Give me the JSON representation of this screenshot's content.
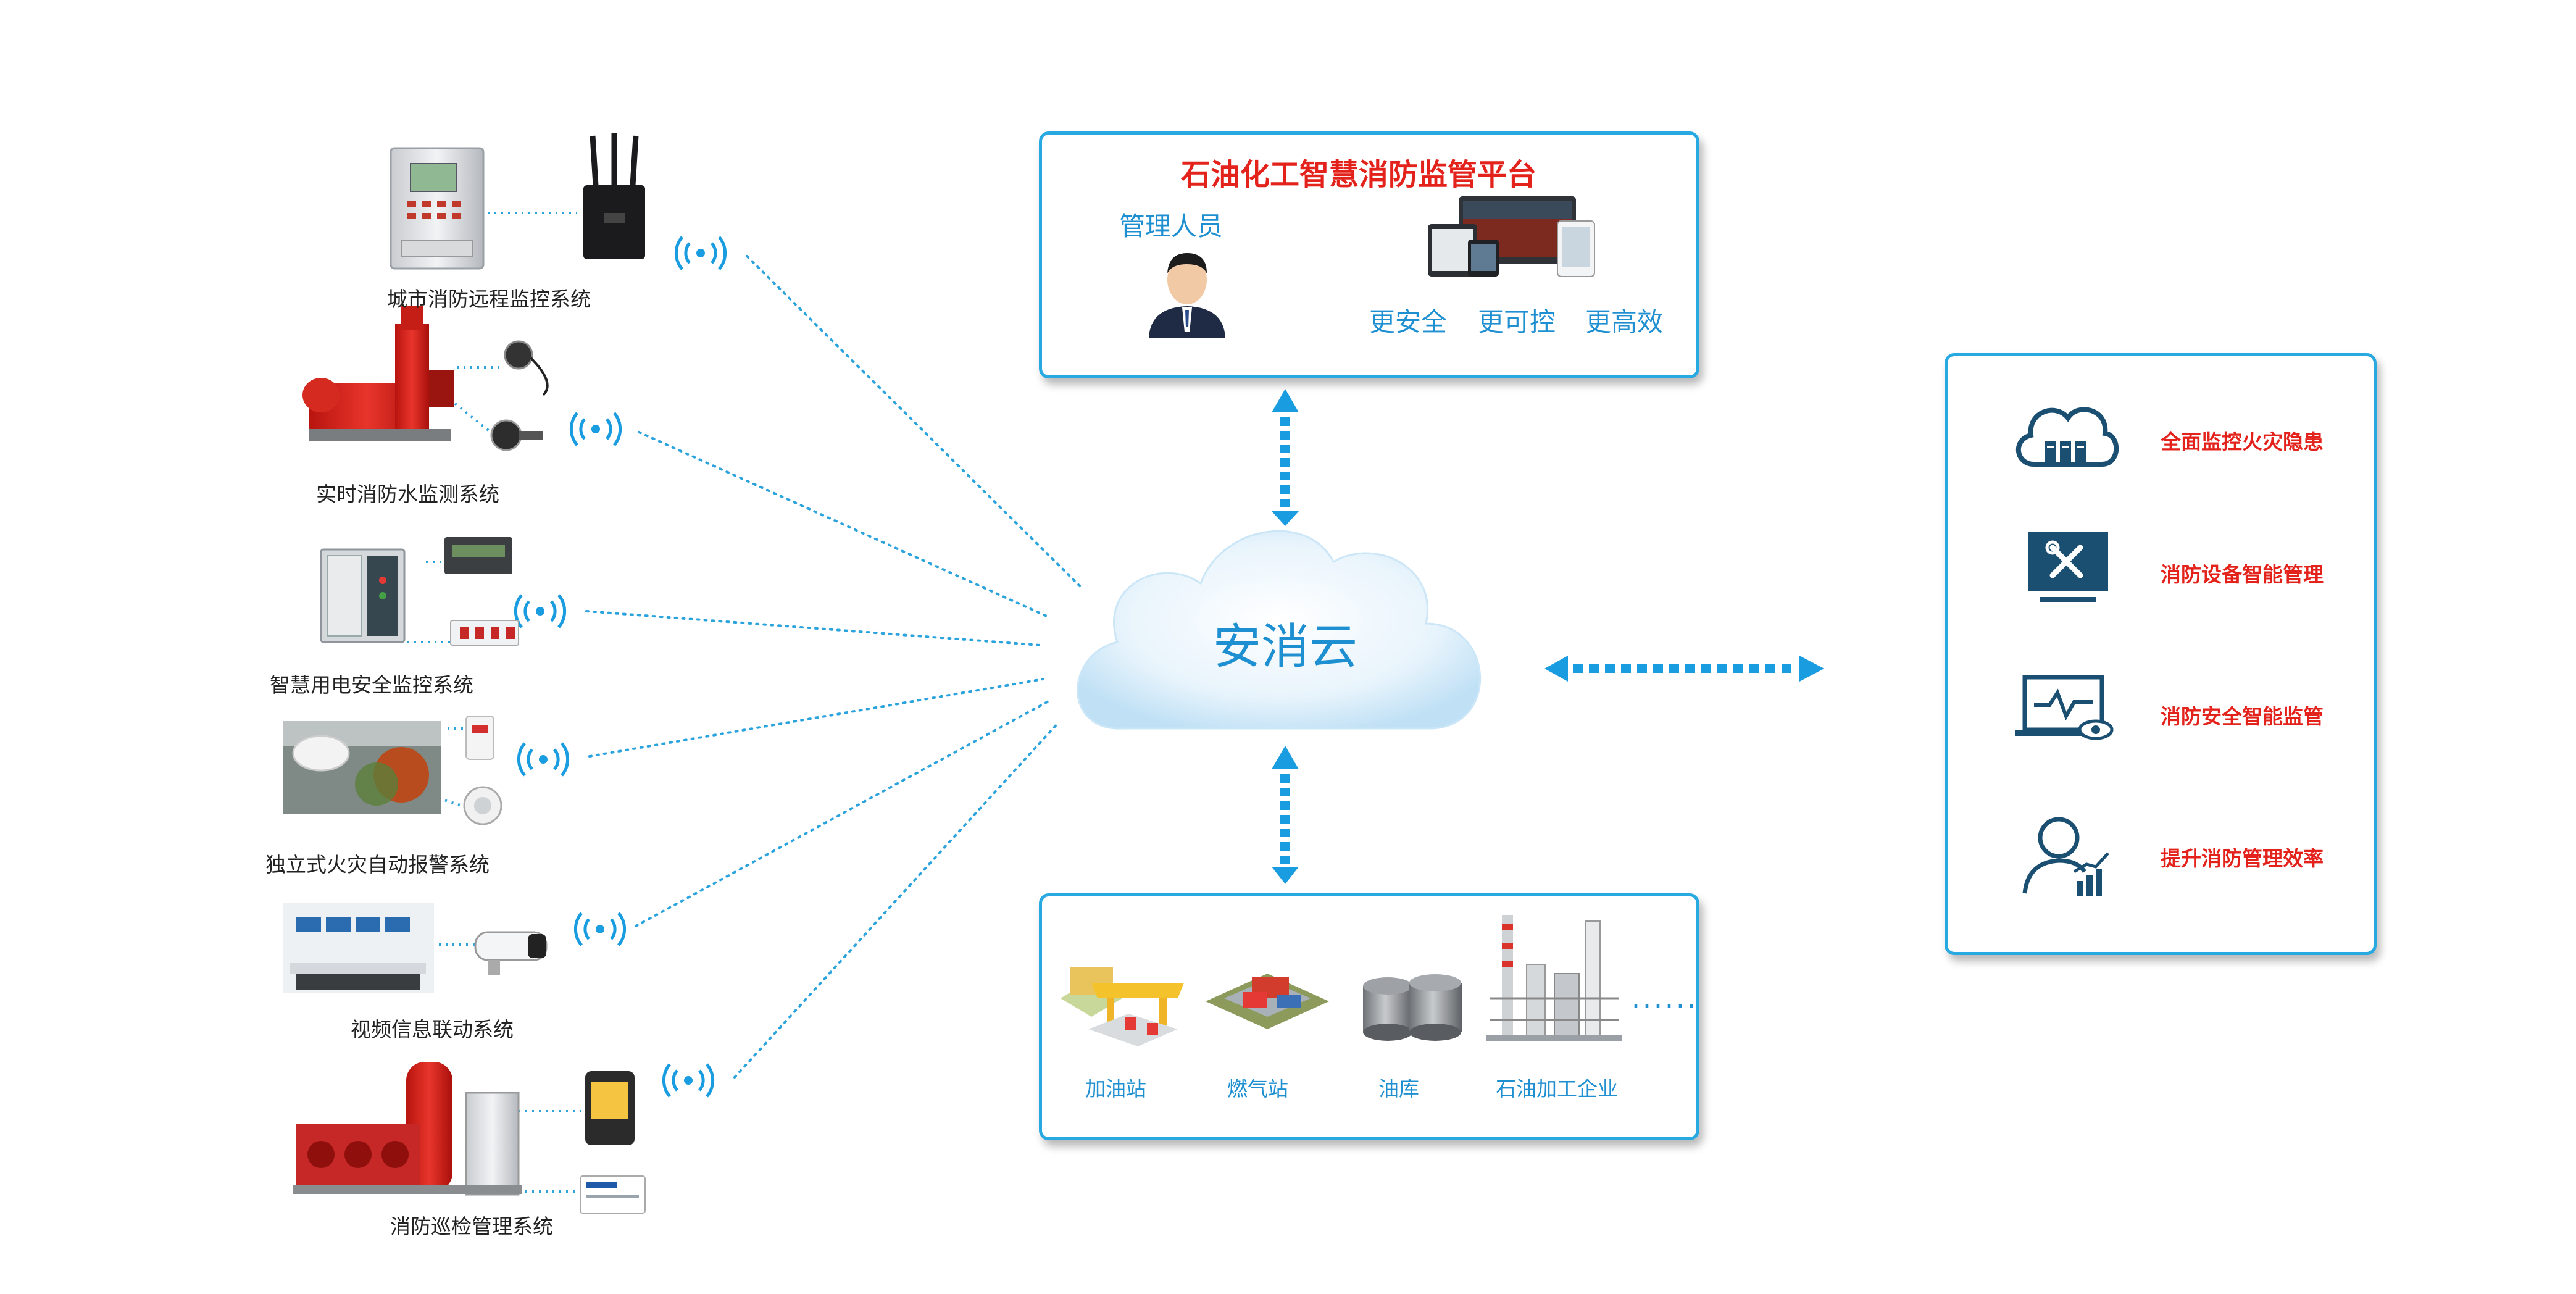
{
  "systems": [
    {
      "label": "城市消防远程监控系统"
    },
    {
      "label": "实时消防水监测系统"
    },
    {
      "label": "智慧用电安全监控系统"
    },
    {
      "label": "独立式火灾自动报警系统"
    },
    {
      "label": "视频信息联动系统"
    },
    {
      "label": "消防巡检管理系统"
    }
  ],
  "platform": {
    "title": "石油化工智慧消防监管平台",
    "admin_label": "管理人员",
    "benefits": [
      "更安全",
      "更可控",
      "更高效"
    ]
  },
  "cloud": {
    "label": "安消云"
  },
  "sites": [
    {
      "label": "加油站"
    },
    {
      "label": "燃气站"
    },
    {
      "label": "油库"
    },
    {
      "label": "石油加工企业"
    }
  ],
  "sites_more": "......",
  "features": [
    {
      "label": "全面监控火灾隐患",
      "icon": "cloud-server-icon"
    },
    {
      "label": "消防设备智能管理",
      "icon": "tools-monitor-icon"
    },
    {
      "label": "消防安全智能监管",
      "icon": "laptop-eye-icon"
    },
    {
      "label": "提升消防管理效率",
      "icon": "user-chart-icon"
    }
  ],
  "colors": {
    "accent": "#29a9e1",
    "text_blue": "#1e8fd0",
    "text_red": "#e3221b",
    "arrow": "#1a9ce0"
  }
}
